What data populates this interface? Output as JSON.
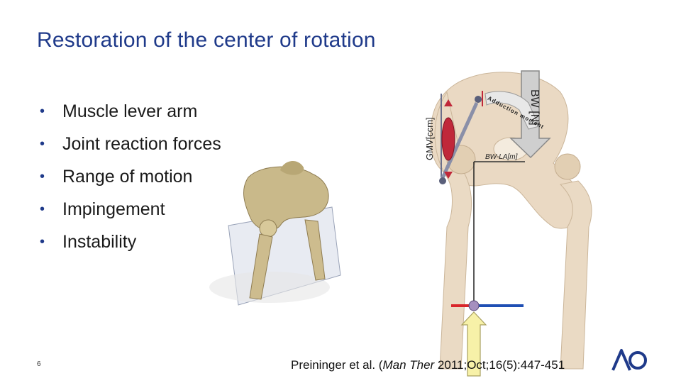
{
  "slide": {
    "title": "Restoration of the center of rotation",
    "bullets": [
      "Muscle lever arm",
      "Joint reaction forces",
      "Range of motion",
      "Impingement",
      "Instability"
    ],
    "slide_number": "6",
    "citation": {
      "prefix": "Preininger et al. (",
      "journal": "Man Ther",
      "suffix": " 2011;Oct;16(5):447-451"
    },
    "logo_text": "AO"
  },
  "diagram": {
    "label_bw": "BW [N]",
    "label_gmv": "GMV[ccm]",
    "label_bwla": "BW-LA[m]",
    "label_adduction_moment": "Adduction moment",
    "colors": {
      "title": "#1f3a8a",
      "lever_blue": "#1f4fb4",
      "lever_red": "#d9262b",
      "muscle_red": "#c0283a",
      "force_yellow": "#f7f1a8",
      "bone": "#e8d9c2"
    }
  }
}
